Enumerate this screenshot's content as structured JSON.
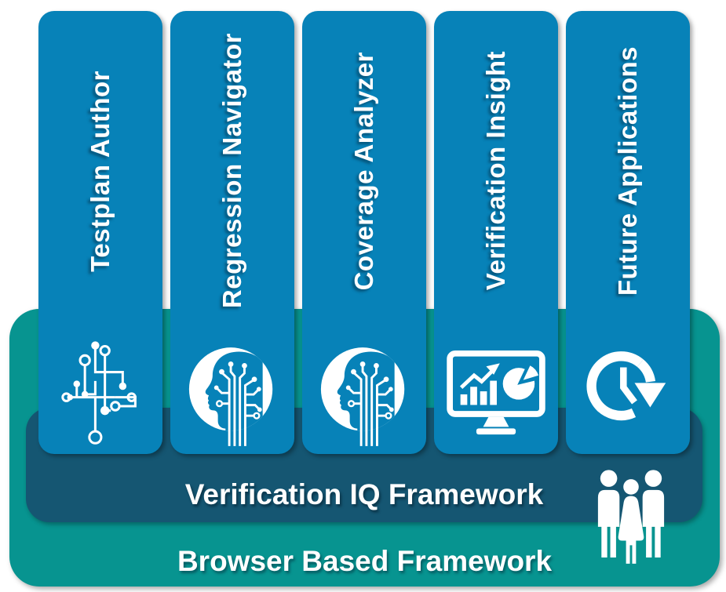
{
  "diagram": {
    "pillars": [
      {
        "label": "Testplan Author",
        "icon": "circuit-nodes-icon"
      },
      {
        "label": "Regression Navigator",
        "icon": "ai-head-circuit-icon"
      },
      {
        "label": "Coverage Analyzer",
        "icon": "ai-head-circuit-icon"
      },
      {
        "label": "Verification Insight",
        "icon": "dashboard-monitor-icon"
      },
      {
        "label": "Future Applications",
        "icon": "clock-history-icon"
      }
    ],
    "inner_bar": {
      "label": "Verification IQ Framework",
      "icon": "people-group-icon"
    },
    "outer_bar": {
      "label": "Browser Based Framework"
    },
    "colors": {
      "pillar_blue": "#0782b8",
      "navy": "#155672",
      "teal": "#079490",
      "text_white": "#ffffff"
    }
  }
}
